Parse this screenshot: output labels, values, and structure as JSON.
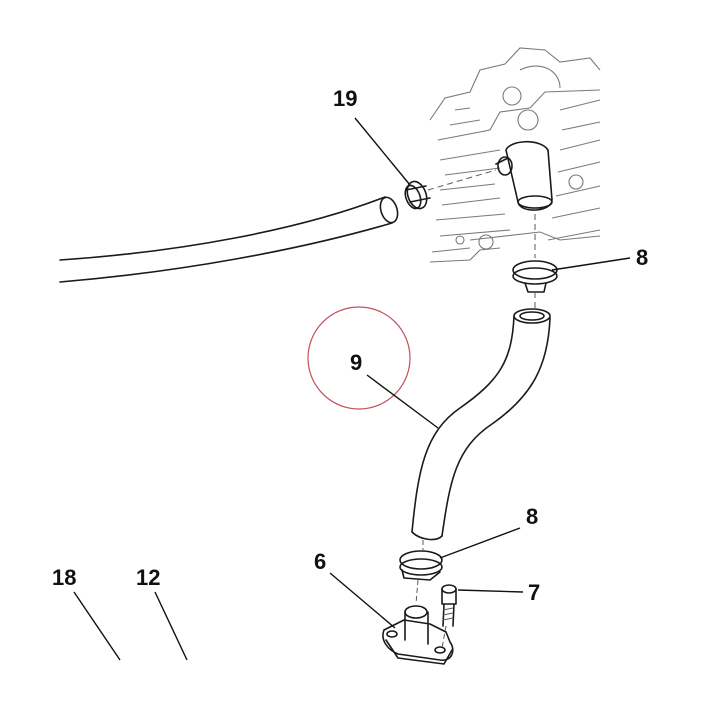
{
  "labels": {
    "clamp_top": "19",
    "clamp_right_upper": "8",
    "hose": "9",
    "clamp_lower": "8",
    "outlet_flange": "6",
    "bolt": "7",
    "partial_label": "18",
    "ref_12": "12"
  },
  "colors": {
    "line": "#1a1a1a",
    "engine_line": "#7a7a7a",
    "highlight_circle": "#c0505a"
  }
}
